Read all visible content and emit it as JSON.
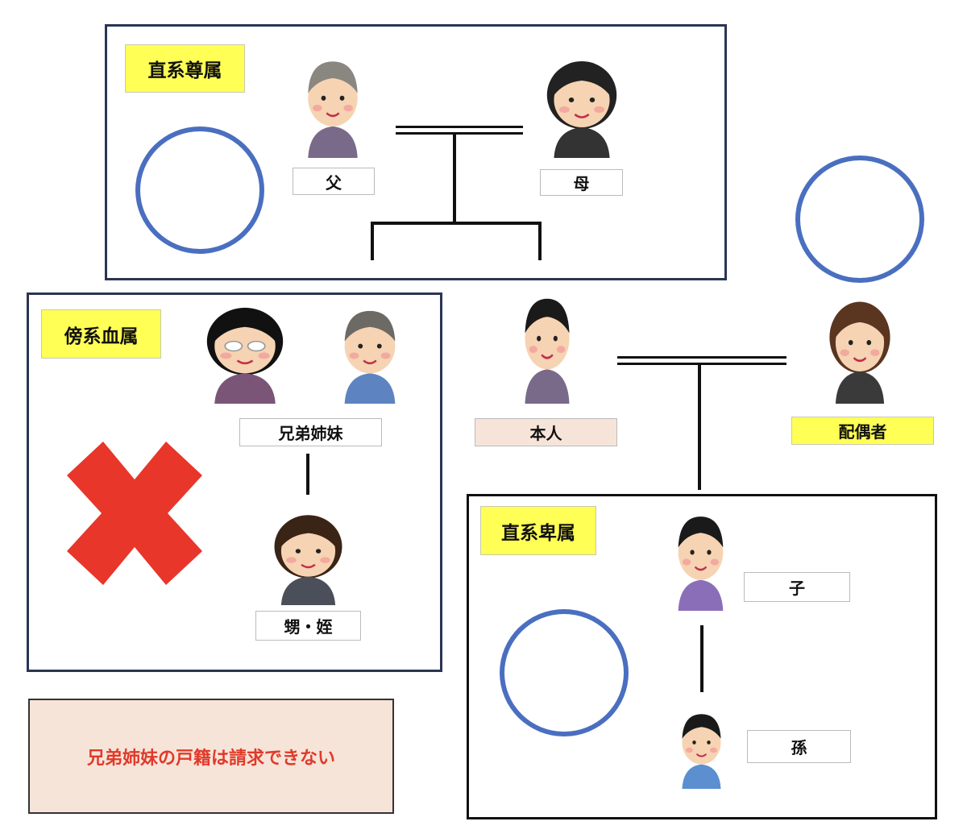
{
  "ascendants": {
    "title": "直系尊属",
    "father": "父",
    "mother": "母"
  },
  "collateral": {
    "title": "傍系血属",
    "siblings": "兄弟姉妹",
    "nephew_niece": "甥・姪"
  },
  "self": "本人",
  "spouse": "配偶者",
  "descendants": {
    "title": "直系卑属",
    "child": "子",
    "grandchild": "孫"
  },
  "note": "兄弟姉妹の戸籍は請求できない",
  "colors": {
    "ring": "#4a6fc0",
    "cross": "#e8362a",
    "tag": "#ffff55",
    "note_bg": "#f7e4d9",
    "note_text": "#e03a2a"
  }
}
